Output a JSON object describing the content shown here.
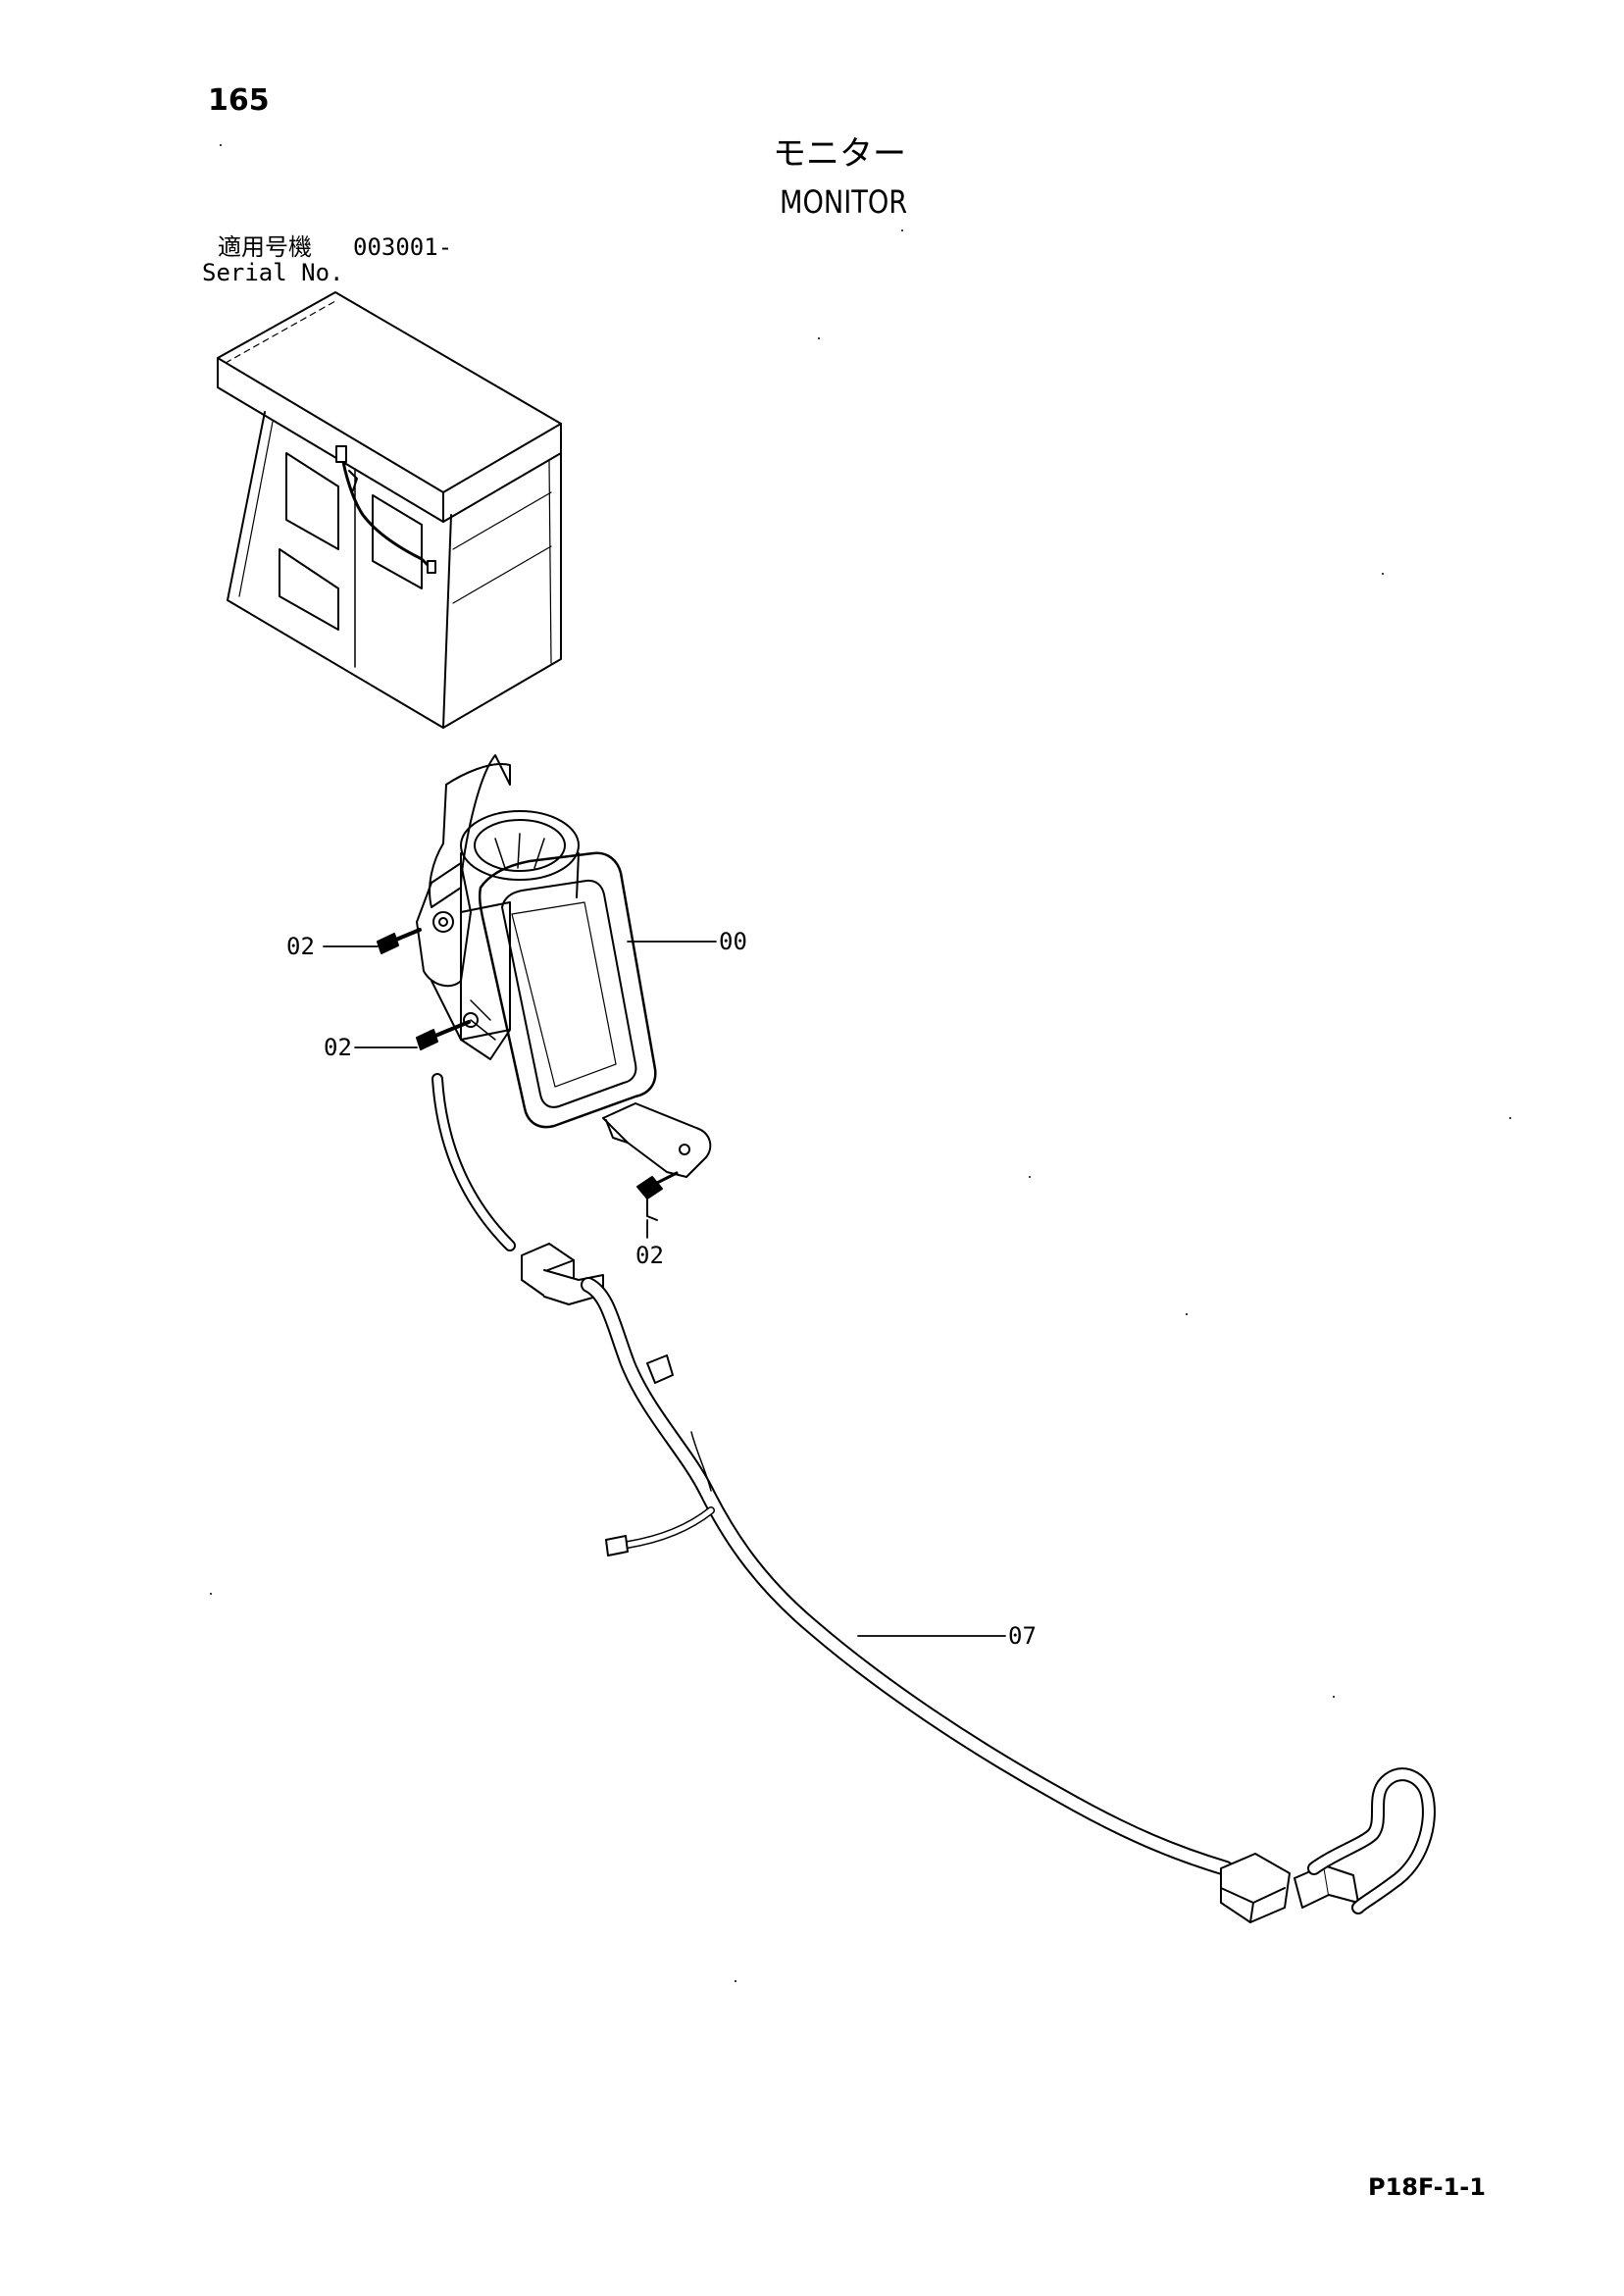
{
  "page": {
    "number": "165",
    "title_jp": "モニター",
    "title_en": "MONITOR",
    "footer_code": "P18F-1-1"
  },
  "serial": {
    "label_jp": "適用号機",
    "value": "003001-",
    "label_en": "Serial No."
  },
  "callouts": [
    {
      "id": "00"
    },
    {
      "id": "02"
    },
    {
      "id": "02"
    },
    {
      "id": "02"
    },
    {
      "id": "07"
    }
  ]
}
